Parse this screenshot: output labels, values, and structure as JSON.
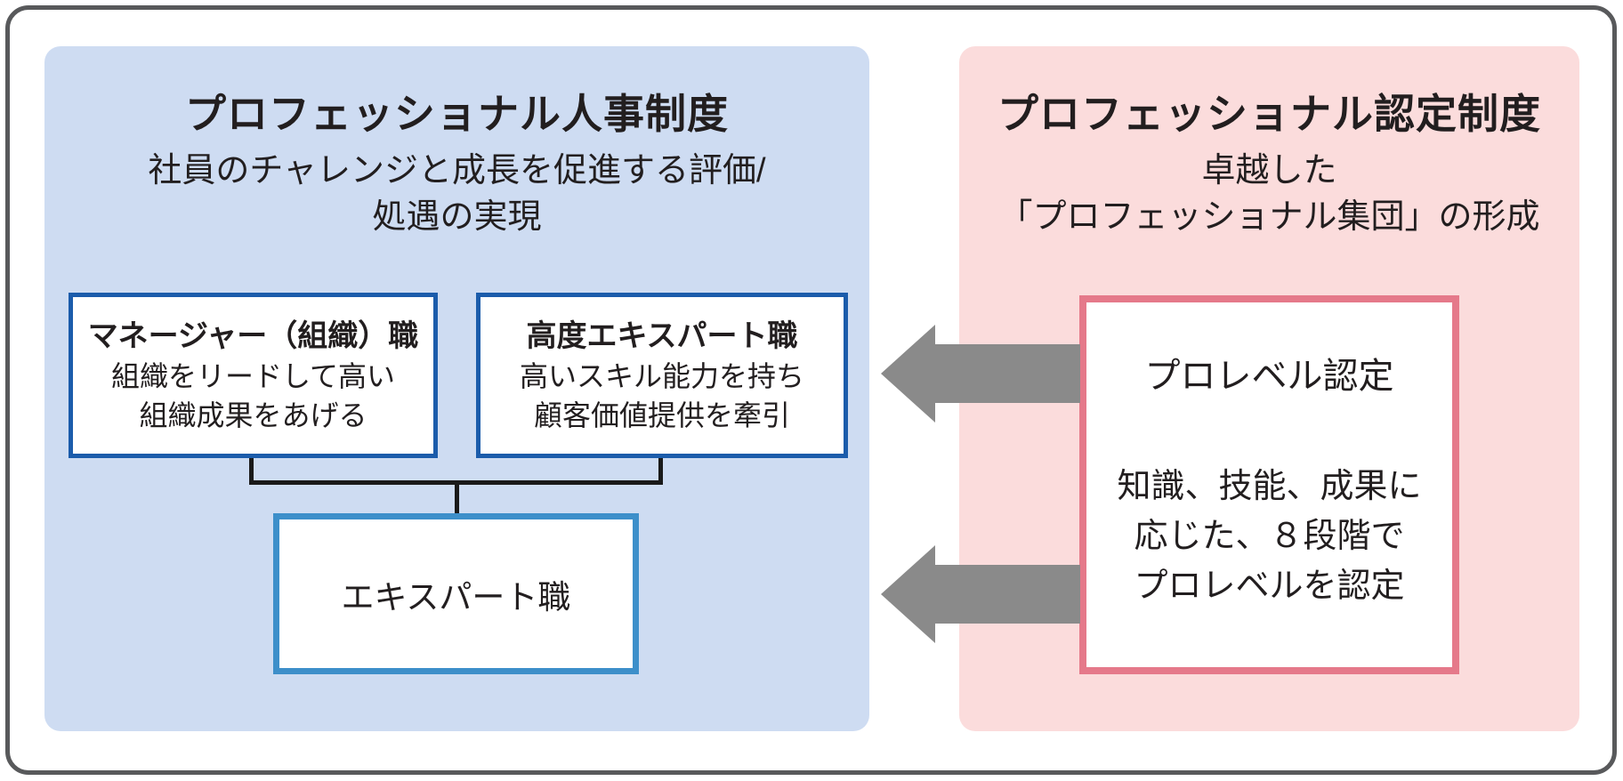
{
  "panels": {
    "hr": {
      "title": "プロフェッショナル人事制度",
      "subtitle_line1": "社員のチャレンジと成長を促進する評価/",
      "subtitle_line2": "処遇の実現",
      "boxes": {
        "manager": {
          "title": "マネージャー（組織）職",
          "body_line1": "組織をリードして高い",
          "body_line2": "組織成果をあげる"
        },
        "advanced_expert": {
          "title": "高度エキスパート職",
          "body_line1": "高いスキル能力を持ち",
          "body_line2": "顧客価値提供を牽引"
        },
        "expert": {
          "title": "エキスパート職"
        }
      }
    },
    "certification": {
      "title": "プロフェッショナル認定制度",
      "subtitle_line1": "卓越した",
      "subtitle_line2": "「プロフェッショナル集団」の形成",
      "box": {
        "title": "プロレベル認定",
        "body_line1": "知識、技能、成果に",
        "body_line2": "応じた、８段階で",
        "body_line3": "プロレベルを認定"
      }
    }
  },
  "colors": {
    "panel_blue": "#cedcf2",
    "panel_pink": "#fbdcdc",
    "border_dark_blue": "#1b5cab",
    "border_light_blue": "#3d8fca",
    "border_red": "#e5798a",
    "arrow_gray": "#8a8a8a",
    "connector_black": "#1a1a1a",
    "frame_gray": "#58595b",
    "text_black": "#221e1f"
  }
}
